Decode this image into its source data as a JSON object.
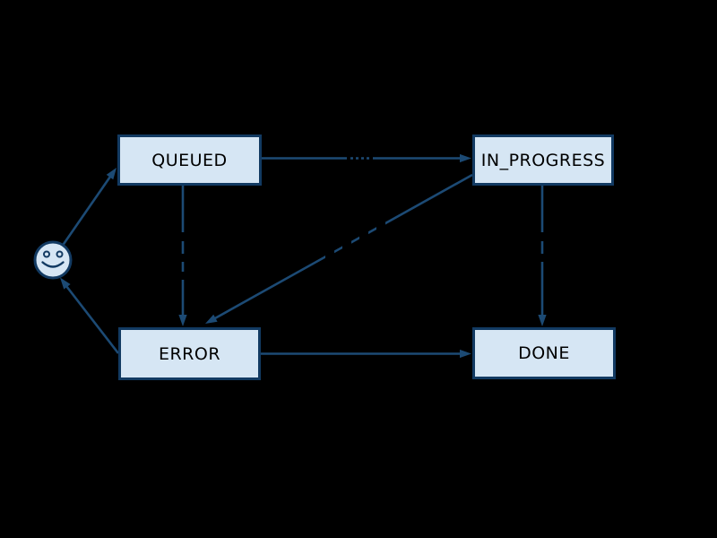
{
  "page": {
    "background_color": "#000000"
  },
  "diagram": {
    "type": "state-machine",
    "colors": {
      "node_fill": "#d6e6f4",
      "node_border": "#123a62",
      "edge": "#1c4a74",
      "node_text": "#000000",
      "edge_label_ink": "#000000"
    },
    "nodes": [
      {
        "id": "start",
        "kind": "smiley-face-icon",
        "label": ""
      },
      {
        "id": "queued",
        "label": "QUEUED"
      },
      {
        "id": "in_progress",
        "label": "IN_PROGRESS"
      },
      {
        "id": "error",
        "label": "ERROR"
      },
      {
        "id": "done",
        "label": "DONE"
      }
    ],
    "edges": [
      {
        "from": "start",
        "to": "queued"
      },
      {
        "from": "queued",
        "to": "in_progress"
      },
      {
        "from": "queued",
        "to": "error"
      },
      {
        "from": "in_progress",
        "to": "error"
      },
      {
        "from": "in_progress",
        "to": "done"
      },
      {
        "from": "error",
        "to": "done"
      },
      {
        "from": "error",
        "to": "start"
      }
    ],
    "edge_label_note": "Edge labels are drawn in black ink on the black background and are illegible; only small ink gaps are visible where labels cross the arrow lines."
  }
}
